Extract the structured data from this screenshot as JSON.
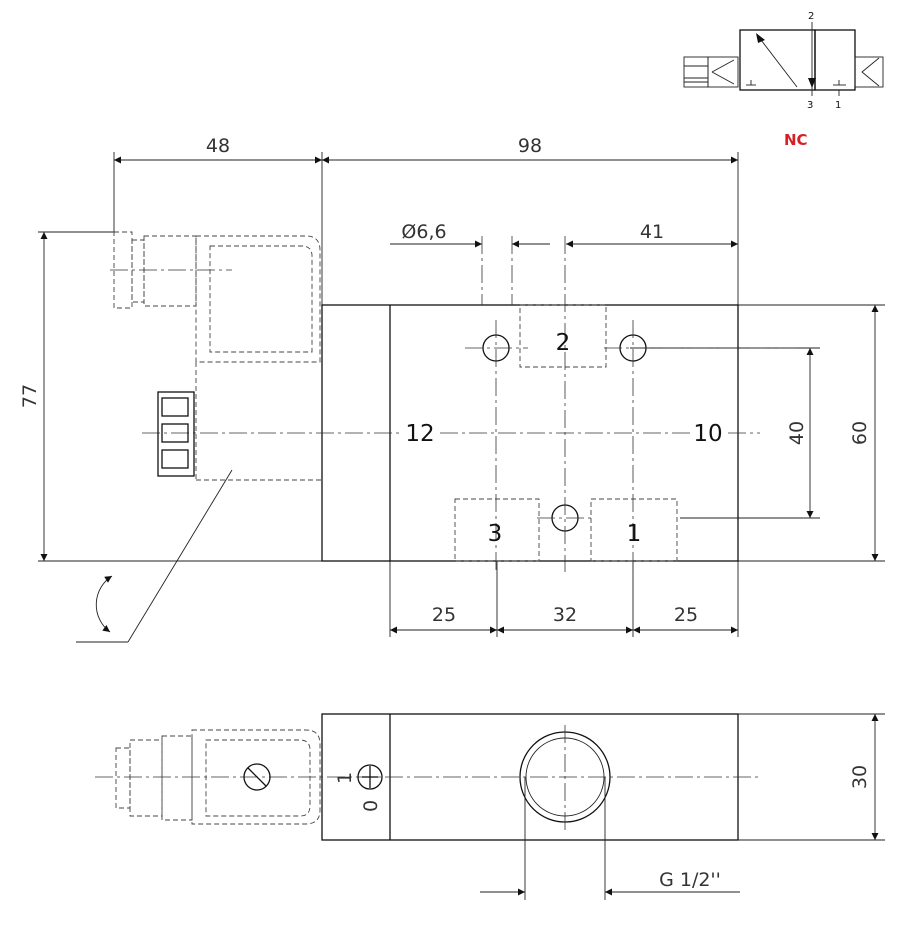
{
  "symbol": {
    "port_top": "2",
    "port_bottom_left": "3",
    "port_bottom_right": "1",
    "type_label": "NC",
    "type_color": "#d62027"
  },
  "front_view": {
    "dims": {
      "width_connector": "48",
      "width_body": "98",
      "hole_diameter": "Ø6,6",
      "hole_offset": "41",
      "height_total": "77",
      "hole_spacing": "40",
      "height_body": "60",
      "bottom_left": "25",
      "bottom_mid": "32",
      "bottom_right": "25"
    },
    "ports": {
      "p2": "2",
      "p3": "3",
      "p1": "1",
      "p12": "12",
      "p10": "10"
    }
  },
  "side_view": {
    "switch_on": "1",
    "switch_off": "0",
    "height": "30",
    "thread": "G 1/2''"
  }
}
